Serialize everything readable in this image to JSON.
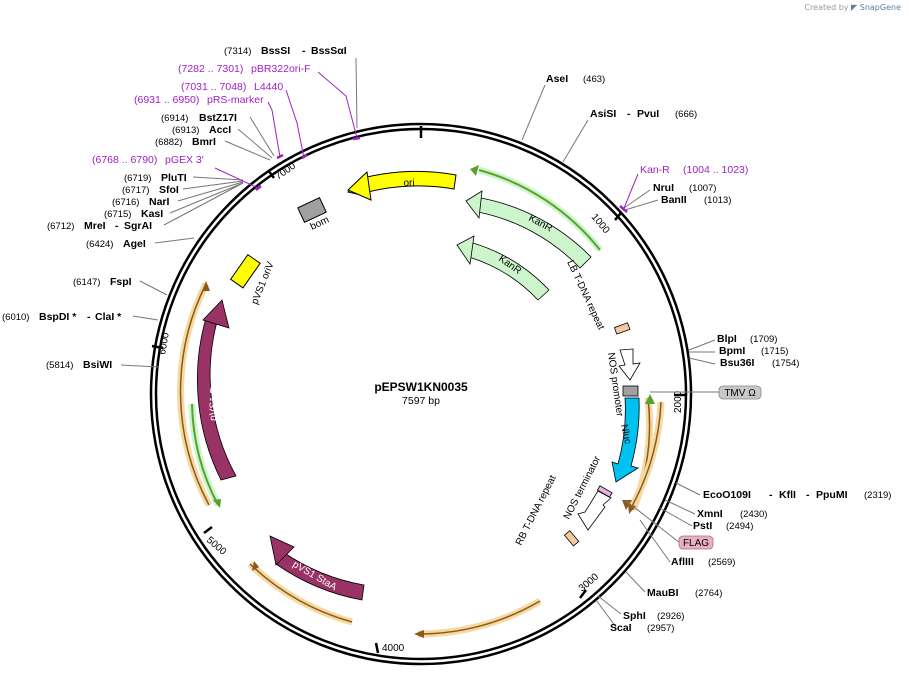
{
  "credit": {
    "prefix": "Created by",
    "brand": "SnapGene"
  },
  "plasmid": {
    "name": "pEPSW1KN0035",
    "length": "7597 bp"
  },
  "ticks": [
    "1000",
    "2000",
    "3000",
    "4000",
    "5000",
    "6000",
    "7000"
  ],
  "colors": {
    "ori": "#ffff00",
    "kanr": "#ccf5cc",
    "repa": "#993366",
    "staa": "#993366",
    "nluc": "#00c2f0",
    "pvs1_oriv": "#ffff00",
    "bom": "#a0a0a0",
    "promoter": "#ffffff",
    "terminator": "#ffffff",
    "repeat": "#f5c9a0",
    "orf_orange": "#e8a020",
    "orf_green": "#5aa02c",
    "primer": "#a020c8",
    "tmv": "#c8c8c8",
    "flag": "#e8b0c0"
  },
  "features": {
    "ori": "ori",
    "bom": "bom",
    "kanr1": "KanR",
    "kanr2": "KanR",
    "lb": "LB T-DNA repeat",
    "nos_promoter": "NOS promoter",
    "nluc": "Nluc",
    "nos_terminator": "NOS terminator",
    "rb": "RB T-DNA repeat",
    "pvs1_oriv": "pVS1 oriV",
    "pvs1_repa": "pVS1 RepA",
    "pvs1_staa": "pVS1 StaA",
    "tmv": "TMV Ω",
    "flag": "FLAG"
  },
  "sites": {
    "asei": {
      "name": "AseI",
      "pos": "(463)"
    },
    "asisi": {
      "name": "AsiSI",
      "name2": "PvuI",
      "pos": "(666)"
    },
    "nrui": {
      "name": "NruI",
      "pos": "(1007)"
    },
    "banii": {
      "name": "BanII",
      "pos": "(1013)"
    },
    "blpi": {
      "name": "BlpI",
      "pos": "(1709)"
    },
    "bpmi": {
      "name": "BpmI",
      "pos": "(1715)"
    },
    "bsu36i": {
      "name": "Bsu36I",
      "pos": "(1754)"
    },
    "eco": {
      "name": "EcoO109I",
      "name2": "KflI",
      "name3": "PpuMI",
      "pos": "(2319)"
    },
    "xmni": {
      "name": "XmnI",
      "pos": "(2430)"
    },
    "psti": {
      "name": "PstI",
      "pos": "(2494)"
    },
    "aflii": {
      "name": "AflIII",
      "pos": "(2569)"
    },
    "maubi": {
      "name": "MauBI",
      "pos": "(2764)"
    },
    "sphi": {
      "name": "SphI",
      "pos": "(2926)"
    },
    "scai": {
      "name": "ScaI",
      "pos": "(2957)"
    },
    "bsiwi": {
      "name": "BsiWI",
      "pos": "(5814)"
    },
    "bspdi": {
      "name": "BspDI *",
      "name2": "ClaI *",
      "pos": "(6010)"
    },
    "fspi": {
      "name": "FspI",
      "pos": "(6147)"
    },
    "agei": {
      "name": "AgeI",
      "pos": "(6424)"
    },
    "mrei": {
      "name": "MreI",
      "name2": "SgrAI",
      "pos": "(6712)"
    },
    "kasi": {
      "name": "KasI",
      "pos": "(6715)"
    },
    "nari": {
      "name": "NarI",
      "pos": "(6716)"
    },
    "sfoi": {
      "name": "SfoI",
      "pos": "(6717)"
    },
    "pluti": {
      "name": "PluTI",
      "pos": "(6719)"
    },
    "bmri": {
      "name": "BmrI",
      "pos": "(6882)"
    },
    "acci": {
      "name": "AccI",
      "pos": "(6913)"
    },
    "bstz17i": {
      "name": "BstZ17I",
      "pos": "(6914)"
    },
    "bsssi": {
      "name": "BssSI",
      "name2": "BssSαI",
      "pos": "(7314)"
    }
  },
  "primers": {
    "pbr322": {
      "name": "pBR322ori-F",
      "range": "(7282 .. 7301)"
    },
    "l4440": {
      "name": "L4440",
      "range": "(7031 .. 7048)"
    },
    "prs": {
      "name": "pRS-marker",
      "range": "(6931 .. 6950)"
    },
    "pgex": {
      "name": "pGEX 3'",
      "range": "(6768 .. 6790)"
    },
    "kanr": {
      "name": "Kan-R",
      "range": "(1004 .. 1023)"
    }
  }
}
